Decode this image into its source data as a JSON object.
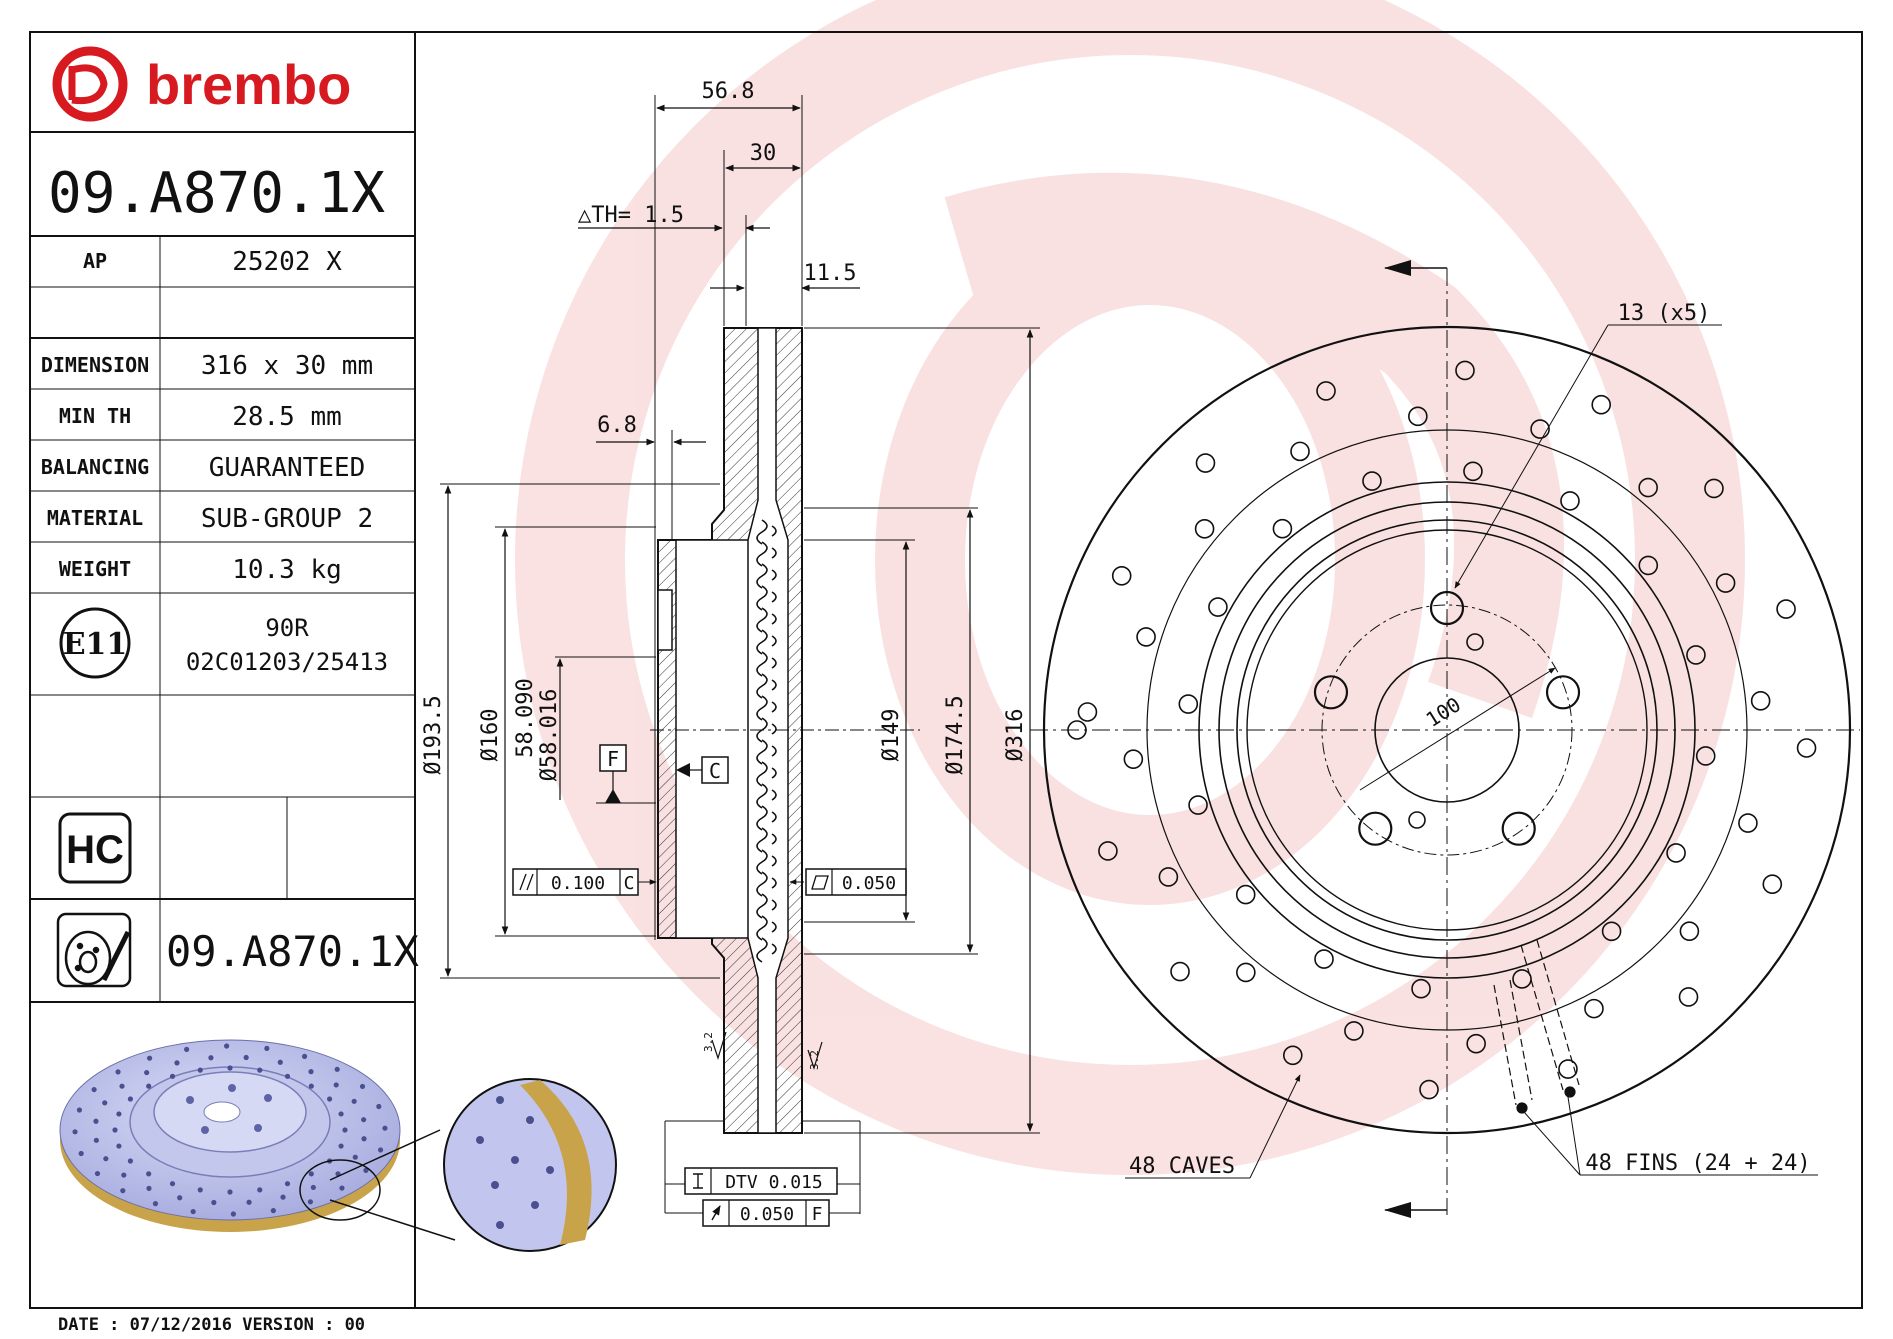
{
  "brand": {
    "name": "brembo",
    "color": "#d71920"
  },
  "part_number": "09.A870.1X",
  "specs": {
    "ap_label": "AP",
    "ap_value": "25202 X",
    "rows": [
      {
        "label": "DIMENSION",
        "value": "316 x 30 mm"
      },
      {
        "label": "MIN TH",
        "value": "28.5 mm"
      },
      {
        "label": "BALANCING",
        "value": "GUARANTEED"
      },
      {
        "label": "MATERIAL",
        "value": "SUB-GROUP 2"
      },
      {
        "label": "WEIGHT",
        "value": "10.3 kg"
      }
    ],
    "e_mark": "E11",
    "approval_line1": "90R",
    "approval_line2": "02C01203/25413",
    "hc_badge": "HC",
    "drawing_part_number": "09.A870.1X"
  },
  "footer": {
    "date_line": "DATE : 07/12/2016 VERSION : 00"
  },
  "section_view": {
    "dim_overall_width": "56.8",
    "dim_thickness": "30",
    "delta_th": "△TH= 1.5",
    "dim_11_5": "11.5",
    "dim_6_8": "6.8",
    "dia_193_5": "Ø193.5",
    "dia_160": "Ø160",
    "dia_58_090": "58.090",
    "dia_58_016": "Ø58.016",
    "dia_149": "Ø149",
    "dia_174_5": "Ø174.5",
    "dia_316": "Ø316",
    "datum_f": "F",
    "datum_c": "C",
    "tol_parallel_value": "0.100",
    "tol_parallel_datum": "C",
    "tol_flat_value": "0.050",
    "dtv_label": "DTV 0.015",
    "runout_value": "0.050",
    "runout_datum": "F",
    "roughness_left": "3.2",
    "roughness_right": "3.2"
  },
  "front_view": {
    "hole_note": "13 (x5)",
    "pcd_label": "100",
    "caves_note": "48 CAVES",
    "fins_note": "48 FINS (24 + 24)"
  }
}
